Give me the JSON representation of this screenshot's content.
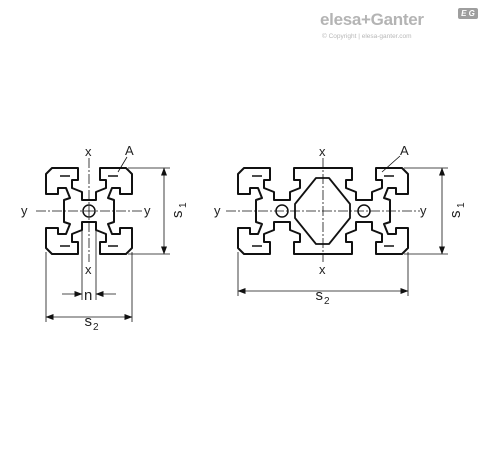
{
  "brand": {
    "name": "elesa+Ganter",
    "copyright": "© Copyright | elesa-ganter.com",
    "badge": "E G"
  },
  "profile_single": {
    "axis_x_top": "x",
    "axis_x_bottom": "x",
    "axis_y_left": "y",
    "axis_y_right": "y",
    "callout": "A",
    "dim_height": "s",
    "dim_height_sub": "1",
    "dim_slot": "n",
    "dim_width": "s",
    "dim_width_sub": "2"
  },
  "profile_double": {
    "axis_x_top": "x",
    "axis_x_bottom": "x",
    "axis_y_left": "y",
    "axis_y_right": "y",
    "callout": "A",
    "dim_height": "s",
    "dim_height_sub": "1",
    "dim_width": "s",
    "dim_width_sub": "2"
  }
}
